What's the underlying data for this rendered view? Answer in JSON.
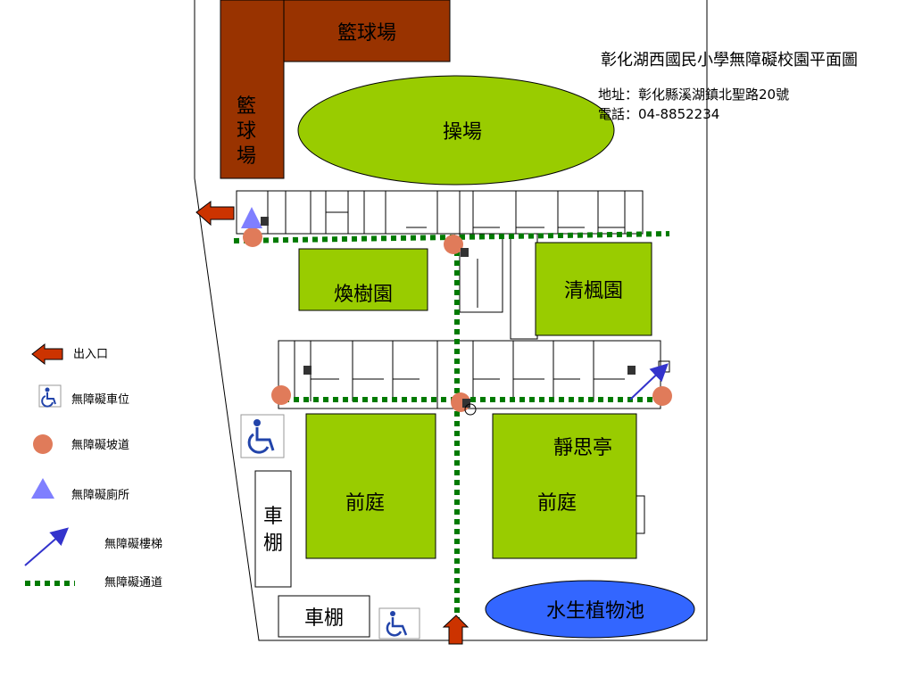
{
  "title": "彰化湖西國民小學無障礙校園平面圖",
  "address": "地址：彰化縣溪湖鎮北聖路20號",
  "phone": "電話：04-8852234",
  "labels": {
    "basketball_top": "籃球場",
    "basketball_side": [
      "籃",
      "球",
      "場"
    ],
    "playground": "操場",
    "huanshu": "煥樹園",
    "qingfeng": "清楓園",
    "jingsi": "靜思亭",
    "courtyard_left": "前庭",
    "courtyard_right": "前庭",
    "shed_vertical": [
      "車",
      "棚"
    ],
    "shed_bottom": "車棚",
    "pond": "水生植物池"
  },
  "legend": {
    "entrance": "出入口",
    "parking": "無障礙車位",
    "ramp": "無障礙坡道",
    "toilet": "無障礙廁所",
    "stairs": "無障礙樓梯",
    "path": "無障礙通道"
  },
  "colors": {
    "green_area": "#99CC00",
    "brick": "#993300",
    "pond": "#3366FF",
    "ramp": "#E07B5A",
    "path": "#007A00",
    "toilet": "#7F7FFF",
    "arrow": "#CC3300"
  },
  "icons": [
    "wheelchair-icon",
    "entrance-arrow-icon",
    "ramp-dot-icon",
    "toilet-triangle-icon",
    "stairs-arrow-icon",
    "path-dots-icon",
    "elevator-icon"
  ]
}
